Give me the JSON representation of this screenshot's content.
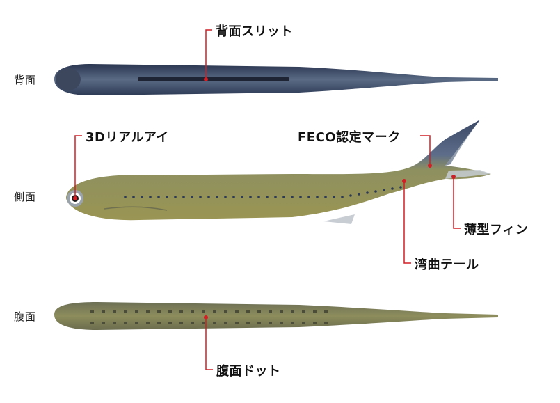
{
  "views": {
    "top": "背面",
    "side": "側面",
    "belly": "腹面"
  },
  "callouts": {
    "back_slit": "背面スリット",
    "eye": "3Dリアルアイ",
    "feco": "FECO認定マーク",
    "thin_fin": "薄型フィン",
    "curved_tail": "湾曲テール",
    "belly_dots": "腹面ドット"
  },
  "colors": {
    "back": "#3a4a68",
    "side_belly": "#8a8a4a",
    "leader": "#d01f25"
  }
}
